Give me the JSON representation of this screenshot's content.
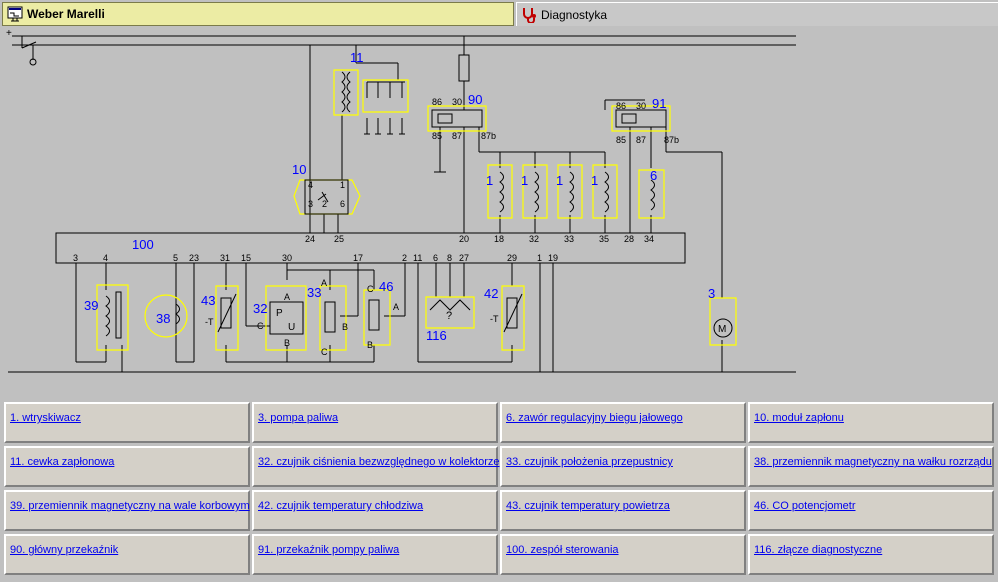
{
  "tabs": [
    {
      "label": "Weber Marelli",
      "active": true,
      "icon": "schematic-icon"
    },
    {
      "label": "Diagnostyka",
      "active": false,
      "icon": "stethoscope-icon"
    }
  ],
  "diagram": {
    "components": {
      "c11": "11",
      "c90": "90",
      "c91": "91",
      "c10": "10",
      "c6": "6",
      "c100": "100",
      "c39": "39",
      "c38": "38",
      "c43": "43",
      "c32": "32",
      "c33": "33",
      "c46": "46",
      "c116": "116",
      "c42": "42",
      "c3": "3",
      "inj1": "1",
      "inj2": "1",
      "inj3": "1",
      "inj4": "1"
    },
    "relay_pins": {
      "r90_86": "86",
      "r90_30": "30",
      "r90_85": "85",
      "r90_87": "87",
      "r90_87b": "87b",
      "r91_86": "86",
      "r91_30": "30",
      "r91_85": "85",
      "r91_87": "87",
      "r91_87b": "87b"
    },
    "ecu_pins_top": [
      "24",
      "25",
      "20",
      "18",
      "32",
      "33",
      "35",
      "28",
      "34"
    ],
    "ecu_pins_bottom": [
      "3",
      "4",
      "5",
      "23",
      "31",
      "15",
      "30",
      "17",
      "2",
      "11",
      "6",
      "8",
      "27",
      "29",
      "1",
      "19"
    ],
    "module10_pins": [
      "4",
      "1",
      "3",
      "2",
      "6"
    ],
    "misc_labels": {
      "tm43": "-T",
      "tm42": "-T",
      "m32_P": "P",
      "m32_U": "U",
      "m32_A": "A",
      "m32_B": "B",
      "m32_C": "C",
      "m33_A": "A",
      "m33_B": "B",
      "m33_C": "C",
      "m46_A": "A",
      "m46_B": "B",
      "m46_C": "C",
      "q116": "?",
      "motor": "M",
      "plus": "+"
    }
  },
  "legend": [
    [
      "1. wtryskiwacz",
      "3. pompa paliwa",
      "6. zawór regulacyjny biegu jałowego",
      "10. moduł zapłonu"
    ],
    [
      "11. cewka zapłonowa",
      "32. czujnik ciśnienia bezwzględnego w kolektorze",
      "33. czujnik położenia przepustnicy",
      "38. przemiennik magnetyczny na wałku rozrządu"
    ],
    [
      "39. przemiennik magnetyczny na wale korbowym",
      "42. czujnik temperatury chłodziwa",
      "43. czujnik temperatury powietrza",
      "46. CO potencjometr"
    ],
    [
      "90. główny przekaźnik",
      "91. przekaźnik pompy paliwa",
      "100. zespół sterowania",
      "116. złącze diagnostyczne"
    ]
  ],
  "colors": {
    "wire": "#000000",
    "component_outline": "#ffff00",
    "label": "#0000ff",
    "link": "#0000ee"
  }
}
